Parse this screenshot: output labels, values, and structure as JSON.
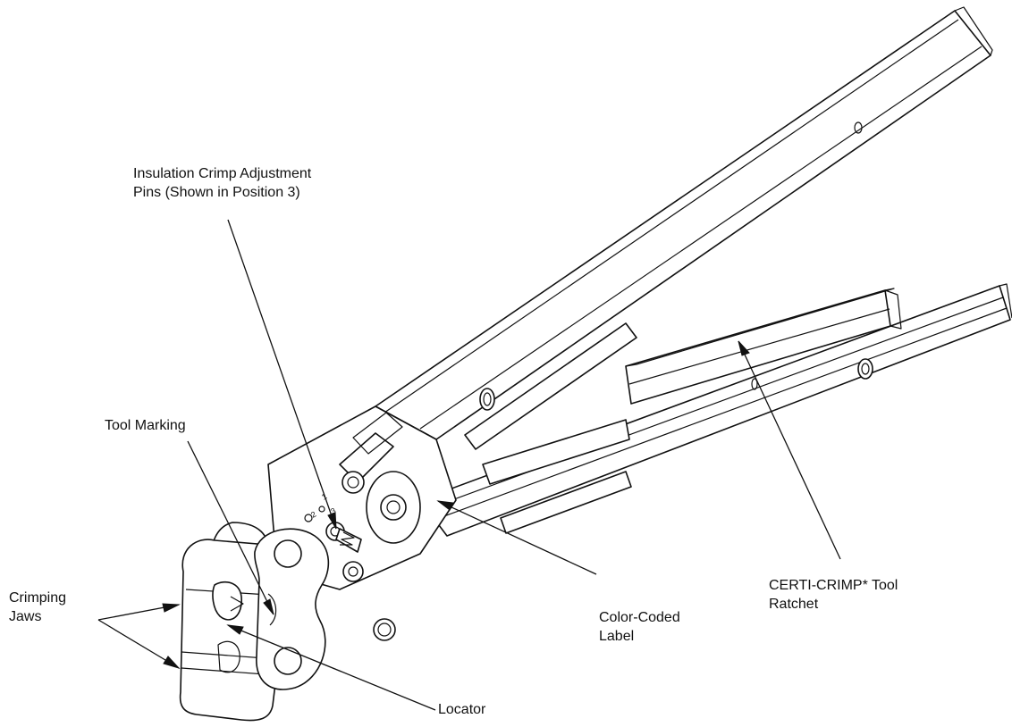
{
  "callouts": [
    {
      "id": "adjustment-pins",
      "lines": [
        "Insulation Crimp Adjustment",
        "Pins (Shown in Position 3)"
      ]
    },
    {
      "id": "tool-marking",
      "lines": [
        "Tool Marking"
      ]
    },
    {
      "id": "crimping-jaws",
      "lines": [
        "Crimping",
        "Jaws"
      ]
    },
    {
      "id": "ratchet",
      "lines": [
        "CERTI-CRIMP* Tool",
        "Ratchet"
      ]
    },
    {
      "id": "color-label",
      "lines": [
        "Color-Coded",
        "Label"
      ]
    },
    {
      "id": "locator",
      "lines": [
        "Locator"
      ]
    }
  ],
  "die_numbers": [
    "1",
    "2",
    "3"
  ]
}
